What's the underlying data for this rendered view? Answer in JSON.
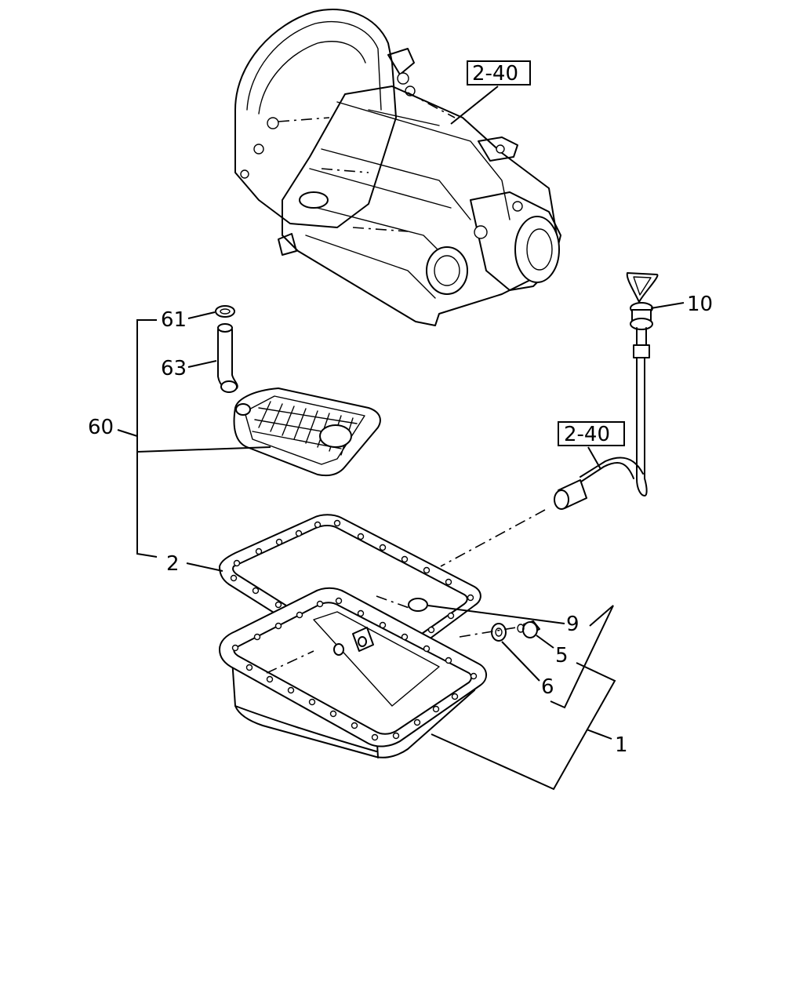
{
  "callouts": {
    "transmission_ref": "2-40",
    "dipstick_tube_ref": "2-40",
    "c61": "61",
    "c63": "63",
    "c60": "60",
    "c2": "2",
    "c10": "10",
    "c9": "9",
    "c5": "5",
    "c6": "6",
    "c1": "1"
  }
}
